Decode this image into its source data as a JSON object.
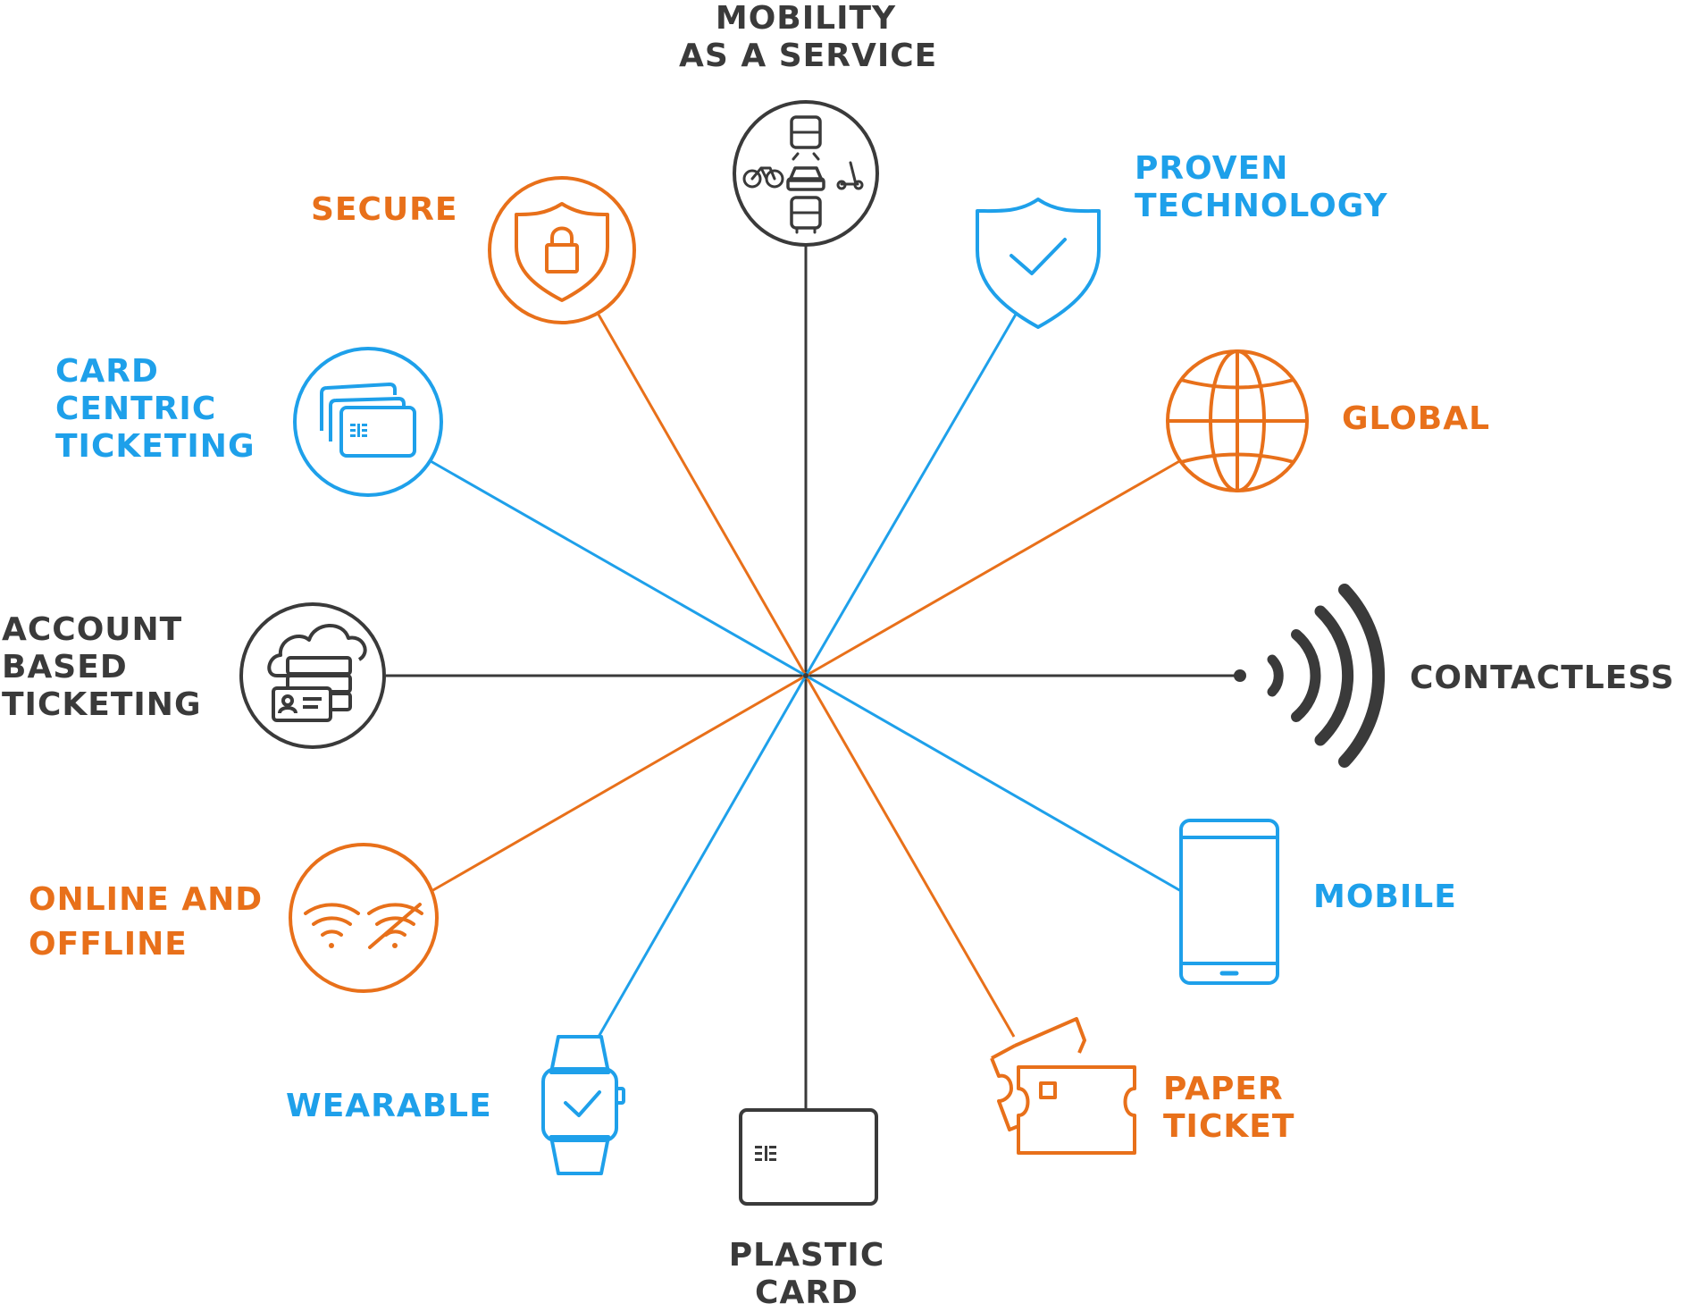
{
  "colors": {
    "orange": "#e8701a",
    "blue": "#1ea0ea",
    "dark": "#3a3a3a"
  },
  "nodes": [
    {
      "id": "maas",
      "lines": [
        "MOBILITY",
        "AS A SERVICE"
      ],
      "color": "dark",
      "icon": "transport-modes-icon"
    },
    {
      "id": "proven",
      "lines": [
        "PROVEN",
        "TECHNOLOGY"
      ],
      "color": "blue",
      "icon": "shield-check-icon"
    },
    {
      "id": "global",
      "lines": [
        "GLOBAL"
      ],
      "color": "orange",
      "icon": "globe-icon"
    },
    {
      "id": "contactless",
      "lines": [
        "CONTACTLESS"
      ],
      "color": "dark",
      "icon": "contactless-waves-icon"
    },
    {
      "id": "mobile",
      "lines": [
        "MOBILE"
      ],
      "color": "blue",
      "icon": "smartphone-icon"
    },
    {
      "id": "paper",
      "lines": [
        "PAPER",
        "TICKET"
      ],
      "color": "orange",
      "icon": "paper-ticket-icon"
    },
    {
      "id": "plastic",
      "lines": [
        "PLASTIC",
        "CARD"
      ],
      "color": "dark",
      "icon": "plastic-card-icon"
    },
    {
      "id": "wearable",
      "lines": [
        "WEARABLE"
      ],
      "color": "blue",
      "icon": "smartwatch-icon"
    },
    {
      "id": "online",
      "lines": [
        "ONLINE AND",
        "OFFLINE"
      ],
      "color": "orange",
      "icon": "wifi-online-offline-icon"
    },
    {
      "id": "abt",
      "lines": [
        "ACCOUNT",
        "BASED",
        "TICKETING"
      ],
      "color": "dark",
      "icon": "cloud-server-icon"
    },
    {
      "id": "cct",
      "lines": [
        "CARD",
        "CENTRIC",
        "TICKETING"
      ],
      "color": "blue",
      "icon": "card-stack-icon"
    },
    {
      "id": "secure",
      "lines": [
        "SECURE"
      ],
      "color": "orange",
      "icon": "shield-lock-icon"
    }
  ]
}
